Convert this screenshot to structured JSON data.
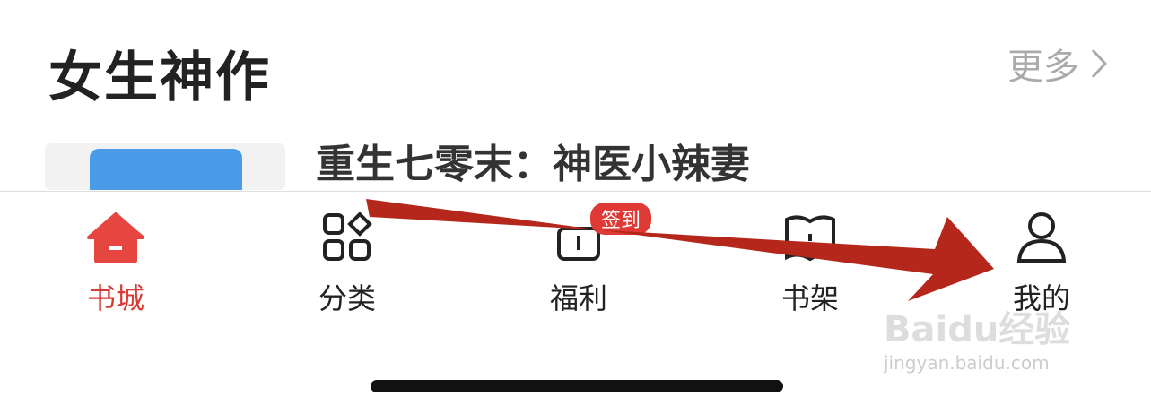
{
  "section": {
    "title": "女生神作",
    "more_label": "更多"
  },
  "book": {
    "title": "重生七零末：神医小辣妻"
  },
  "tabs": [
    {
      "label": "书城",
      "icon": "home-icon",
      "active": true
    },
    {
      "label": "分类",
      "icon": "category-icon"
    },
    {
      "label": "福利",
      "icon": "gift-icon",
      "badge": "签到"
    },
    {
      "label": "书架",
      "icon": "bookshelf-icon"
    },
    {
      "label": "我的",
      "icon": "profile-icon"
    }
  ],
  "watermark": {
    "brand": "Baidu经验",
    "url": "jingyan.baidu.com"
  },
  "colors": {
    "accent": "#d83a34",
    "arrow": "#b5271b"
  }
}
